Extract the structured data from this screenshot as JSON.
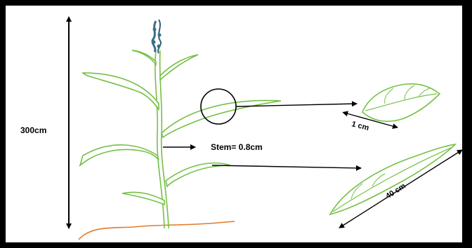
{
  "labels": {
    "height": "300cm",
    "stem": "Stem= 0.8cm",
    "leaf_width": "1 cm",
    "leaf_length": "40 cm"
  },
  "colors": {
    "leaf": "#74c044",
    "stem": "#74c044",
    "soil": "#e07a2a",
    "arrow": "#000000",
    "panicle": "#3a6e86"
  }
}
